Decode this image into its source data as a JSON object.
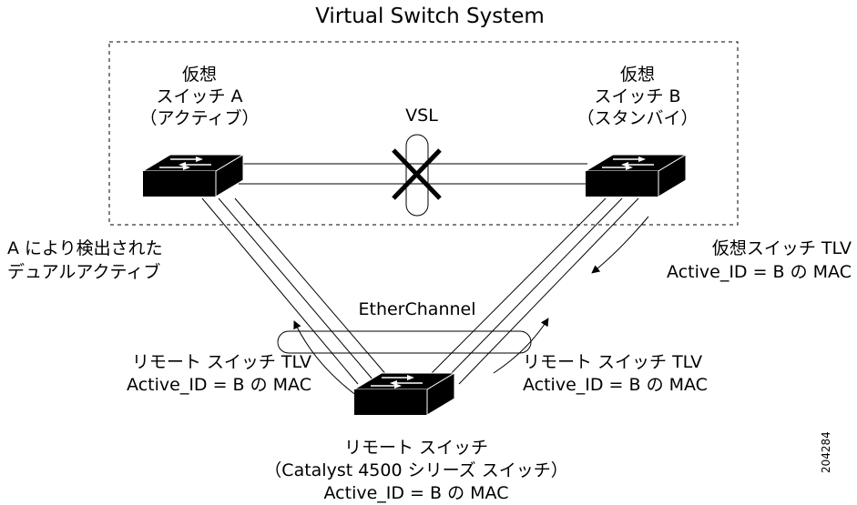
{
  "title": "Virtual Switch System",
  "vsl_label": "VSL",
  "switch_a": {
    "lines": [
      "仮想",
      "スイッチ A",
      "（アクティブ）"
    ]
  },
  "switch_b": {
    "lines": [
      "仮想",
      "スイッチ B",
      "（スタンバイ）"
    ]
  },
  "dual_active_note": {
    "lines": [
      "A により検出された",
      "デュアルアクティブ"
    ]
  },
  "vswitch_tlv": {
    "lines": [
      "仮想スイッチ TLV",
      "Active_ID = B の MAC"
    ]
  },
  "etherchannel_label": "EtherChannel",
  "remote_tlv_left": {
    "lines": [
      "リモート スイッチ TLV",
      "Active_ID = B の MAC"
    ]
  },
  "remote_tlv_right": {
    "lines": [
      "リモート スイッチ TLV",
      "Active_ID = B の MAC"
    ]
  },
  "remote_switch": {
    "lines": [
      "リモート スイッチ",
      "（Catalyst 4500 シリーズ スイッチ）",
      "Active_ID = B の MAC"
    ]
  },
  "figure_id": "204284"
}
